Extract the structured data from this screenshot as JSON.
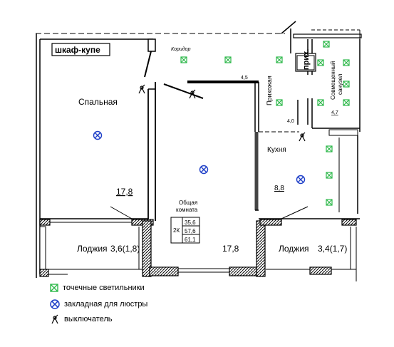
{
  "labels": {
    "wardrobe": "шкаф-купе",
    "corridor": "Коридор",
    "bedroom": "Спальная",
    "bedroom_area": "17,8",
    "living_room": "Общая\nкомната",
    "living_area": "17,8",
    "kitchen": "Кухня",
    "kitchen_area": "8,8",
    "hallway": "Прихожая",
    "bathroom": "Совмещенный\nсанузел",
    "bathroom_area": "4,7",
    "hallway_width": "4,0",
    "corridor_width": "4,5",
    "loggia_left": "Лоджия",
    "loggia_left_area": "3,6(1,8)",
    "loggia_right": "Лоджия",
    "loggia_right_area": "3,4(1,7)",
    "prih": "прих."
  },
  "area_table": {
    "type_label": "2К",
    "values": [
      "35,6",
      "57,6",
      "61,1"
    ]
  },
  "legend": {
    "spot_lights": "точечные светильники",
    "chandelier": "закладная для люстры",
    "switch": "выключатель"
  },
  "colors": {
    "spot_light": "#2db84a",
    "chandelier": "#1e3fc8",
    "wall": "#000000"
  }
}
